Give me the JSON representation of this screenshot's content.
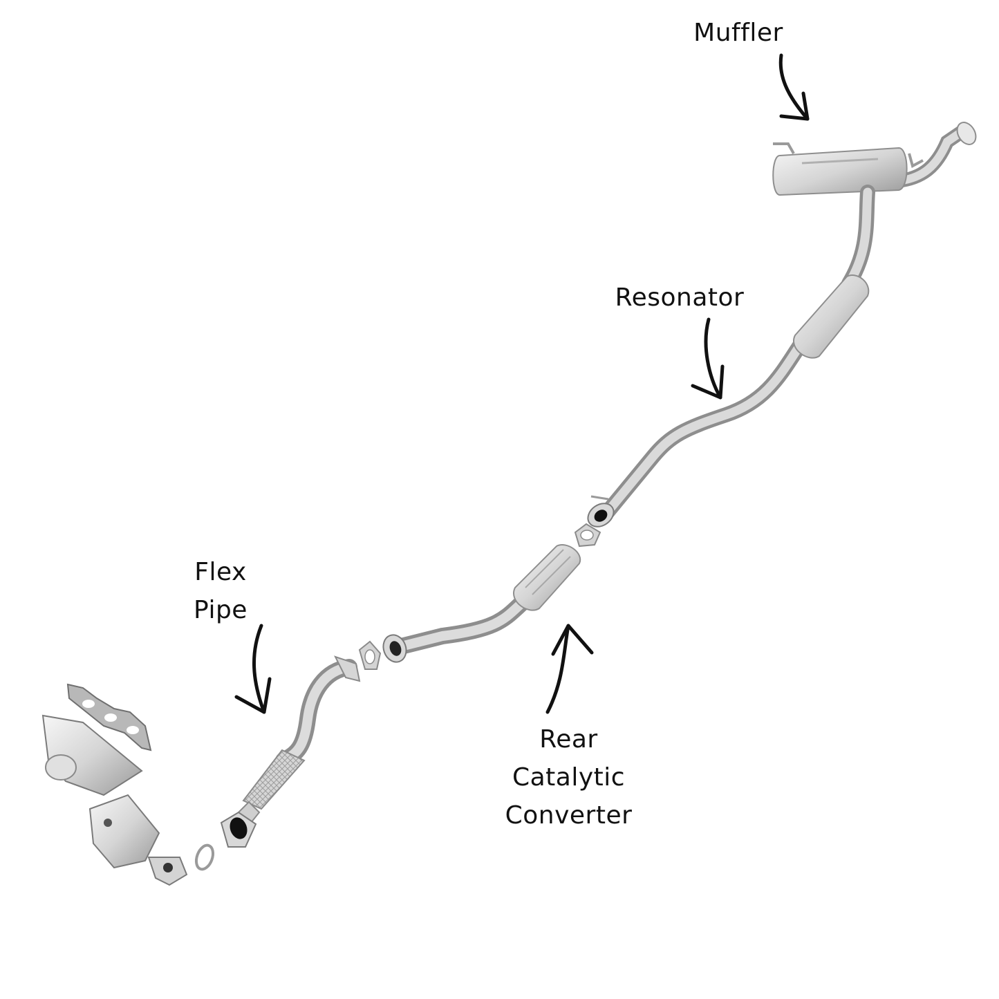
{
  "labels": {
    "muffler": "Muffler",
    "resonator": "Resonator",
    "flex_pipe": [
      "Flex",
      "Pipe"
    ],
    "rear_cat": [
      "Rear",
      "Catalytic",
      "Converter"
    ]
  },
  "colors": {
    "text": "#111111",
    "arrow": "#111111",
    "metal": "#c8c8c8",
    "metal_dark": "#8e8e8e",
    "gasket": "#9a9a9a",
    "background": "#ffffff"
  }
}
